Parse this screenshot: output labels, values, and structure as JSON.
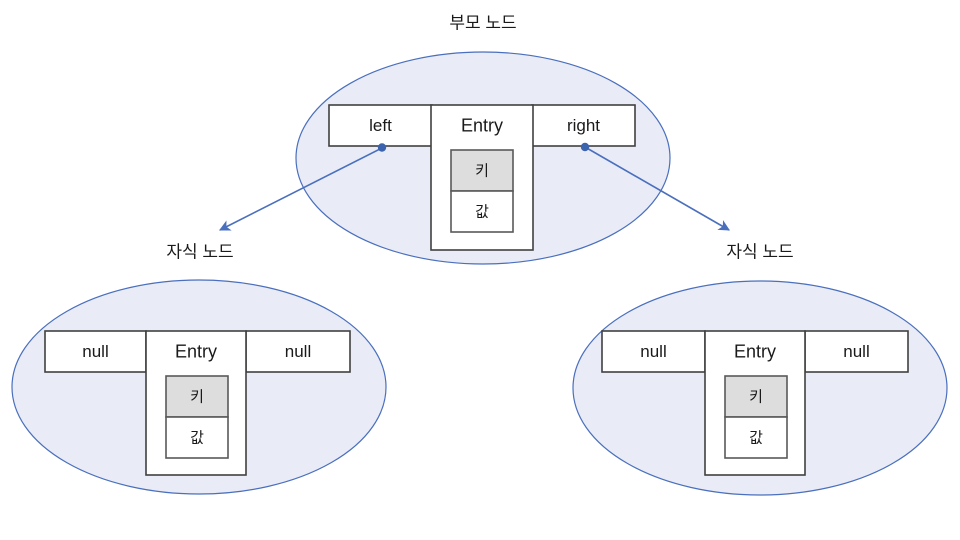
{
  "diagram": {
    "title_parent": "부모 노드",
    "title_child_left": "자식 노드",
    "title_child_right": "자식 노드",
    "colors": {
      "ellipse_fill": "#e9ecf7",
      "ellipse_stroke": "#4a6fbd",
      "box_stroke": "#404040",
      "key_cell_fill": "#dddddd",
      "kv_cell_stroke": "#595959",
      "arrow_color": "#4a6fbd",
      "text_color": "#1a1a1a",
      "background": "#ffffff"
    },
    "parent_node": {
      "caption": "부모 노드",
      "left_slot": "left",
      "entry_label": "Entry",
      "right_slot": "right",
      "key_cell": "키",
      "value_cell": "값"
    },
    "child_left_node": {
      "caption": "자식 노드",
      "left_slot": "null",
      "entry_label": "Entry",
      "right_slot": "null",
      "key_cell": "키",
      "value_cell": "값"
    },
    "child_right_node": {
      "caption": "자식 노드",
      "left_slot": "null",
      "entry_label": "Entry",
      "right_slot": "null",
      "key_cell": "키",
      "value_cell": "값"
    },
    "edges": [
      {
        "name": "left-pointer-edge",
        "from": "parent.left",
        "to": "child_left"
      },
      {
        "name": "right-pointer-edge",
        "from": "parent.right",
        "to": "child_right"
      }
    ]
  }
}
